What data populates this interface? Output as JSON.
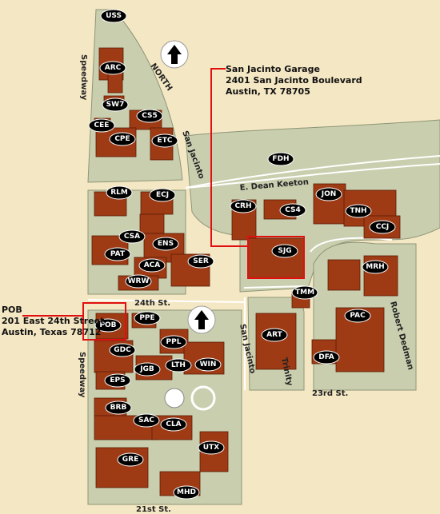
{
  "north_label": "NORTH",
  "streets": {
    "speedway_top": "Speedway",
    "speedway_bottom": "Speedway",
    "san_jacinto_top": "San Jacinto",
    "san_jacinto_bottom": "San Jacinto",
    "dean_keeton": "E. Dean Keeton",
    "st24": "24th St.",
    "st23": "23rd St.",
    "st21": "21st St.",
    "trinity": "Trinity",
    "robert_dedman": "Robert Dedman"
  },
  "callouts": {
    "sjg": {
      "line1": "San Jacinto Garage",
      "line2": "2401 San Jacinto Boulevard",
      "line3": "Austin, TX 78705"
    },
    "pob": {
      "line1": "POB",
      "line2": "201 East 24th Street",
      "line3": "Austin, Texas 78712"
    }
  },
  "buildings": [
    "USS",
    "ARC",
    "SW7",
    "CS5",
    "CEE",
    "CPE",
    "ETC",
    "FDH",
    "RLM",
    "ECJ",
    "CRH",
    "CS4",
    "JON",
    "TNH",
    "CCJ",
    "CSA",
    "ENS",
    "PAT",
    "SJG",
    "SER",
    "ACA",
    "MRH",
    "WRW",
    "TMM",
    "PPE",
    "POB",
    "PPL",
    "PAC",
    "ART",
    "GDC",
    "JGB",
    "LTH",
    "WIN",
    "DFA",
    "EPS",
    "BRB",
    "SAC",
    "CLA",
    "GRE",
    "UTX",
    "MHD"
  ],
  "colors": {
    "background": "#f4e7c3",
    "block": "#c9cfae",
    "building": "#9e3a14",
    "highlight": "#e01010"
  }
}
